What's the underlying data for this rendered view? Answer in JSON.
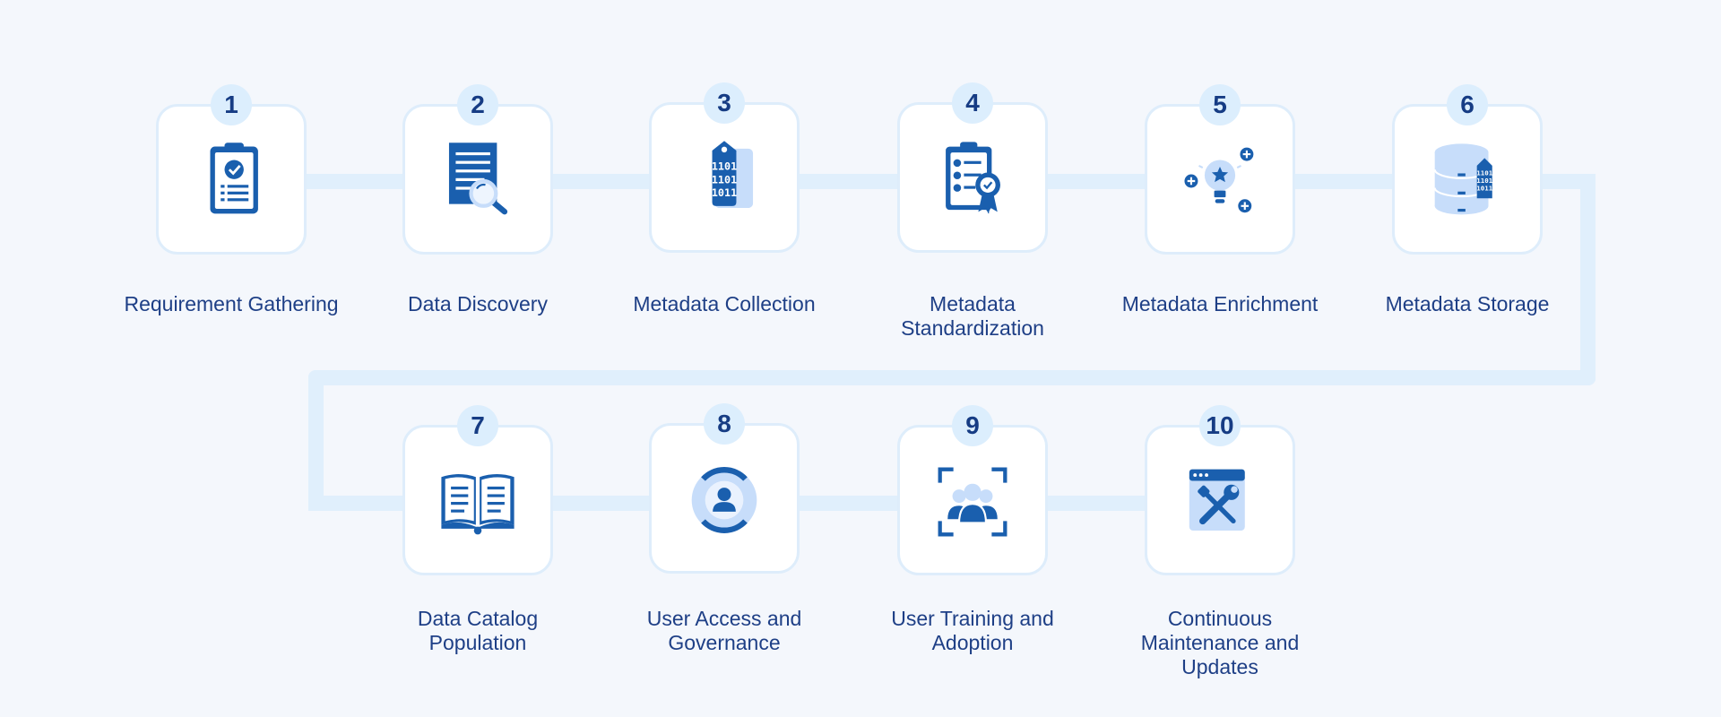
{
  "colors": {
    "background": "#f4f7fc",
    "connector": "#e0effc",
    "card_border": "#deedfb",
    "badge_fill": "#dceefd",
    "text": "#1e3f86",
    "icon_primary": "#1a5fae",
    "icon_light": "#c7ddfa"
  },
  "steps": [
    {
      "number": "1",
      "label": "Requirement Gathering",
      "icon": "clipboard-check-icon"
    },
    {
      "number": "2",
      "label": "Data Discovery",
      "icon": "document-search-icon"
    },
    {
      "number": "3",
      "label": "Metadata Collection",
      "icon": "binary-tag-icon"
    },
    {
      "number": "4",
      "label": "Metadata Standardization",
      "icon": "checklist-award-icon"
    },
    {
      "number": "5",
      "label": "Metadata Enrichment",
      "icon": "lightbulb-plus-icon"
    },
    {
      "number": "6",
      "label": "Metadata Storage",
      "icon": "database-binary-icon"
    },
    {
      "number": "7",
      "label": "Data Catalog Population",
      "icon": "open-book-icon"
    },
    {
      "number": "8",
      "label": "User Access and Governance",
      "icon": "user-gear-icon"
    },
    {
      "number": "9",
      "label": "User Training and Adoption",
      "icon": "group-focus-icon"
    },
    {
      "number": "10",
      "label": "Continuous Maintenance and Updates",
      "icon": "browser-tools-icon"
    }
  ]
}
